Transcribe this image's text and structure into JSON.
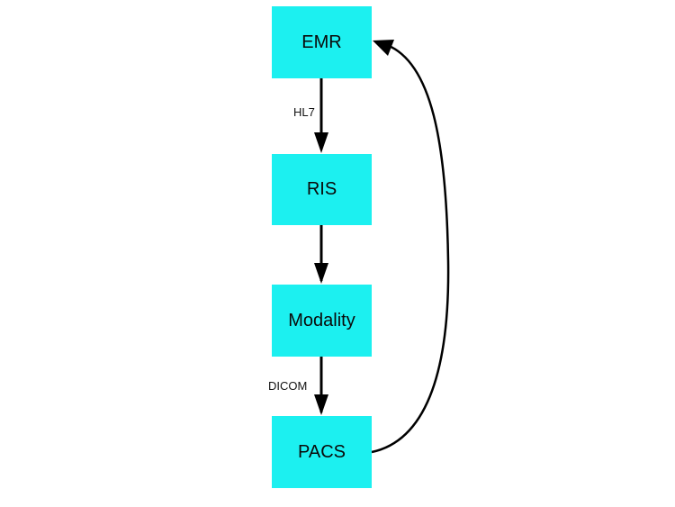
{
  "diagram": {
    "nodes": {
      "emr": "EMR",
      "ris": "RIS",
      "modality": "Modality",
      "pacs": "PACS"
    },
    "edges": {
      "emr_to_ris": "HL7",
      "ris_to_modality": "",
      "modality_to_pacs": "DICOM",
      "pacs_to_emr": ""
    },
    "colors": {
      "node_fill": "#1CF0F0",
      "edge": "#000000"
    }
  }
}
